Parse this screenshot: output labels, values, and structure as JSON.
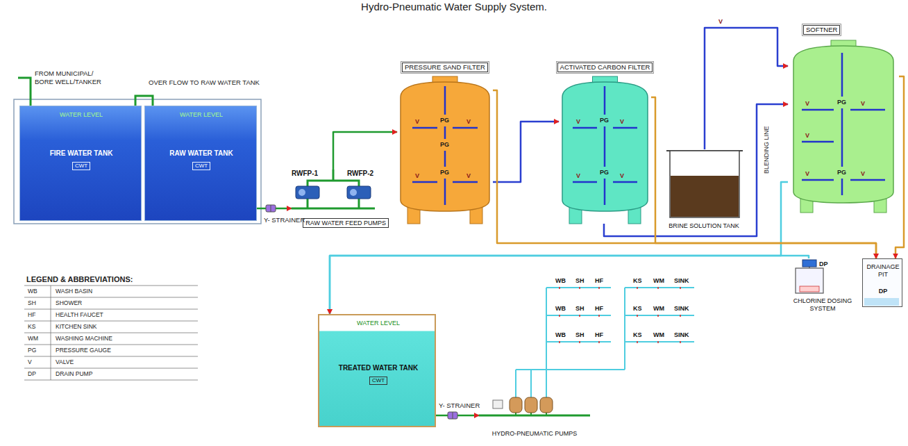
{
  "diagram": {
    "title": "Hydro-Pneumatic Water Supply System.",
    "nodes": [
      {
        "text": [
          "WATER LEVEL",
          "FIRE WATER TANK",
          "CWT"
        ]
      },
      {
        "text": [
          "WATER LEVEL",
          "RAW WATER TANK",
          "CWT"
        ]
      },
      {
        "text": [
          "RWFP-1",
          "RWFP-2",
          "RAW WATER FEED PUMPS"
        ]
      },
      {
        "text": [
          "PRESSURE SAND FILTER"
        ]
      },
      {
        "text": [
          "ACTIVATED CARBON FILTER"
        ]
      },
      {
        "text": [
          "BRINE SOLUTION TANK"
        ]
      },
      {
        "text": [
          "SOFTNER"
        ]
      },
      {
        "text": [
          "DP",
          "CHLORINE DOSING SYSTEM"
        ]
      },
      {
        "text": [
          "DRAINAGE PIT",
          "DP"
        ]
      },
      {
        "text": [
          "WATER LEVEL",
          "TREATED WATER TANK",
          "CWT"
        ]
      },
      {
        "text": [
          "HYDRO-PNEUMATIC PUMPS"
        ]
      }
    ],
    "edges": [
      {
        "from": 1,
        "to": 2,
        "arrow": "to"
      },
      {
        "from": 2,
        "to": 3,
        "arrow": "to"
      },
      {
        "from": 3,
        "to": 4,
        "arrow": "to"
      },
      {
        "from": 4,
        "to": 6,
        "arrow": "to"
      },
      {
        "from": 5,
        "to": 6,
        "arrow": "to"
      },
      {
        "from": 6,
        "to": 9,
        "arrow": "to"
      },
      {
        "from": 7,
        "to": 9,
        "arrow": "to"
      },
      {
        "from": 9,
        "to": 10,
        "arrow": "to"
      },
      {
        "from": 3,
        "to": 8,
        "arrow": "to"
      },
      {
        "from": 4,
        "to": 8,
        "arrow": "to"
      },
      {
        "from": 6,
        "to": 8,
        "arrow": "to"
      }
    ],
    "labels": [
      "FROM MUNICIPAL/ BORE WELL/TANKER",
      "OVER FLOW TO RAW WATER TANK",
      "Y- STRAINER",
      "PG",
      "PG",
      "PG",
      "V",
      "V",
      "V",
      "V",
      "PG",
      "PG",
      "V",
      "V",
      "V",
      "V",
      "PG",
      "PG",
      "V",
      "V",
      "V",
      "V",
      "V",
      "V",
      "BLENDING LINE",
      "Y- STRAINER",
      "WB",
      "SH",
      "HF",
      "KS",
      "WM",
      "SINK",
      "WB",
      "SH",
      "HF",
      "KS",
      "WM",
      "SINK",
      "WB",
      "SH",
      "HF",
      "KS",
      "WM",
      "SINK",
      "LEGEND & ABBREVIATIONS:",
      "WB",
      "WASH BASIN",
      "SH",
      "SHOWER",
      "HF",
      "HEALTH FAUCET",
      "KS",
      "KITCHEN SINK",
      "WM",
      "WASHING MACHINE",
      "PG",
      "PRESSURE GAUGE",
      "V",
      "VALVE",
      "DP",
      "DRAIN PUMP"
    ]
  }
}
